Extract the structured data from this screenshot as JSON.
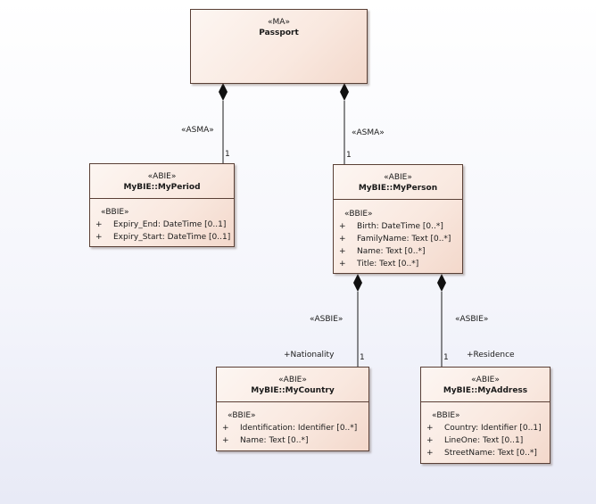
{
  "classes": {
    "passport": {
      "stereotype": "«MA»",
      "name": "Passport"
    },
    "period": {
      "stereotype": "«ABIE»",
      "name": "MyBIE::MyPeriod",
      "attr_stereotype": "«BBIE»",
      "attributes": [
        {
          "visibility": "+",
          "text": "Expiry_End: DateTime [0..1]"
        },
        {
          "visibility": "+",
          "text": "Expiry_Start: DateTime [0..1]"
        }
      ]
    },
    "person": {
      "stereotype": "«ABIE»",
      "name": "MyBIE::MyPerson",
      "attr_stereotype": "«BBIE»",
      "attributes": [
        {
          "visibility": "+",
          "text": "Birth: DateTime [0..*]"
        },
        {
          "visibility": "+",
          "text": "FamilyName: Text [0..*]"
        },
        {
          "visibility": "+",
          "text": "Name: Text [0..*]"
        },
        {
          "visibility": "+",
          "text": "Title: Text [0..*]"
        }
      ]
    },
    "country": {
      "stereotype": "«ABIE»",
      "name": "MyBIE::MyCountry",
      "attr_stereotype": "«BBIE»",
      "attributes": [
        {
          "visibility": "+",
          "text": "Identification: Identifier [0..*]"
        },
        {
          "visibility": "+",
          "text": "Name: Text [0..*]"
        }
      ]
    },
    "address": {
      "stereotype": "«ABIE»",
      "name": "MyBIE::MyAddress",
      "attr_stereotype": "«BBIE»",
      "attributes": [
        {
          "visibility": "+",
          "text": "Country: Identifier [0..1]"
        },
        {
          "visibility": "+",
          "text": "LineOne: Text [0..1]"
        },
        {
          "visibility": "+",
          "text": "StreetName: Text [0..*]"
        }
      ]
    }
  },
  "connectors": {
    "passport_period": {
      "stereotype": "«ASMA»",
      "multiplicity": "1"
    },
    "passport_person": {
      "stereotype": "«ASMA»",
      "multiplicity": "1"
    },
    "person_country": {
      "stereotype": "«ASBIE»",
      "role": "+Nationality",
      "multiplicity": "1"
    },
    "person_address": {
      "stereotype": "«ASBIE»",
      "role": "+Residence",
      "multiplicity": "1"
    }
  },
  "colors": {
    "line": "#1a1a1a",
    "border": "#5a4036"
  }
}
